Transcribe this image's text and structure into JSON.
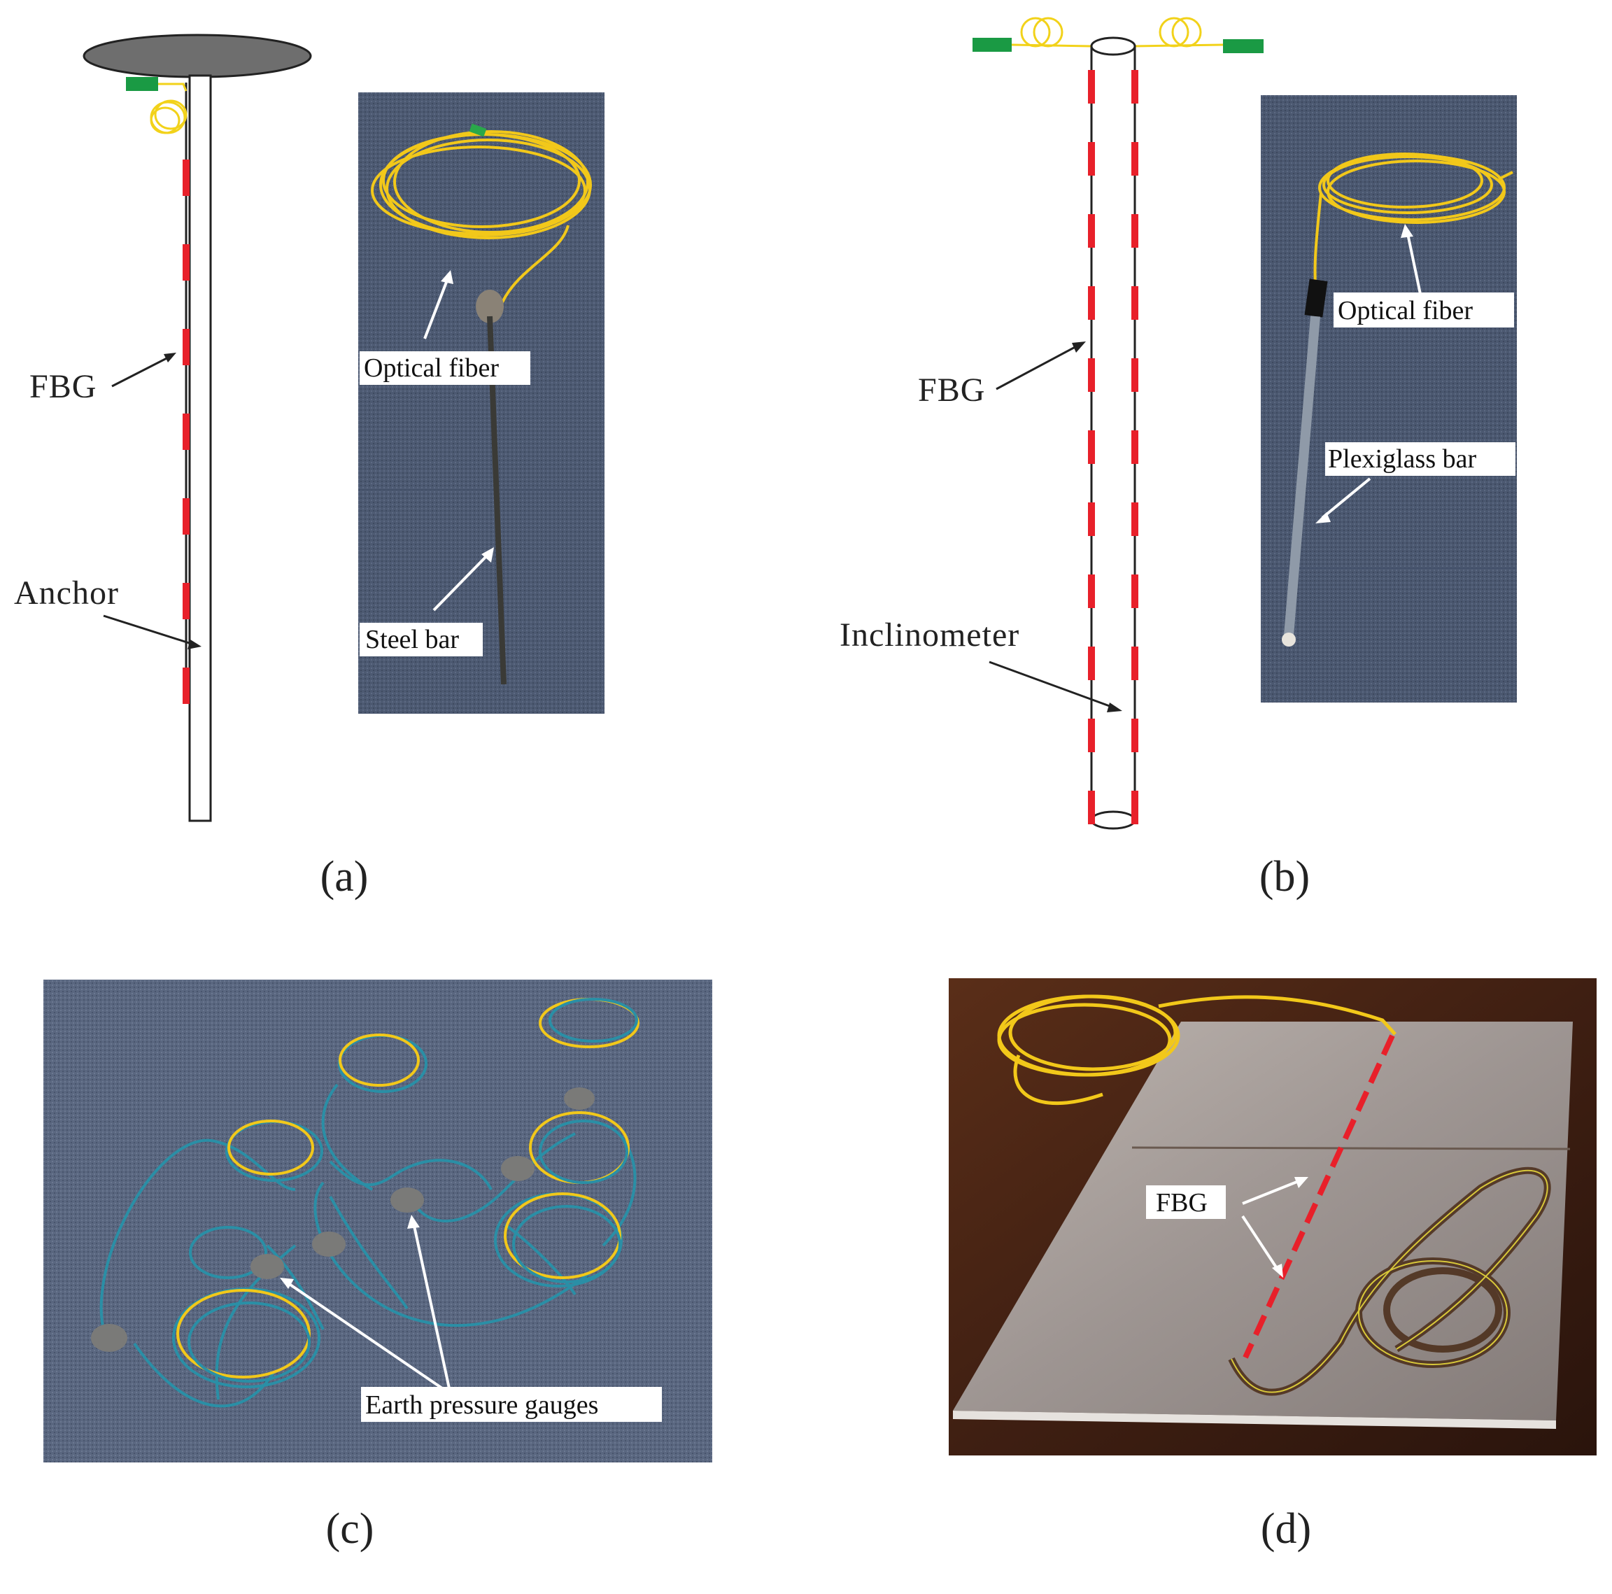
{
  "panels": {
    "a": {
      "caption": "(a)",
      "schematic": {
        "fbg_label": "FBG",
        "anchor_label": "Anchor"
      },
      "photo": {
        "optical_fiber_label": "Optical fiber",
        "steel_bar_label": "Steel bar"
      }
    },
    "b": {
      "caption": "(b)",
      "schematic": {
        "fbg_label": "FBG",
        "inclinometer_label": "Inclinometer"
      },
      "photo": {
        "optical_fiber_label": "Optical fiber",
        "plexiglass_bar_label": "Plexiglass bar"
      }
    },
    "c": {
      "caption": "(c)",
      "photo": {
        "earth_pressure_label": "Earth pressure gauges"
      }
    },
    "d": {
      "caption": "(d)",
      "photo": {
        "fbg_label": "FBG"
      }
    }
  },
  "colors": {
    "fbg_red": "#e8202a",
    "connector_green": "#1a9a44",
    "fiber_yellow": "#f2d21a",
    "cable_teal": "#2a8fa6",
    "carpet_blue": "#4a5872",
    "wood_brown": "#4a2a1a",
    "disk_gray": "#6a6a6a"
  }
}
